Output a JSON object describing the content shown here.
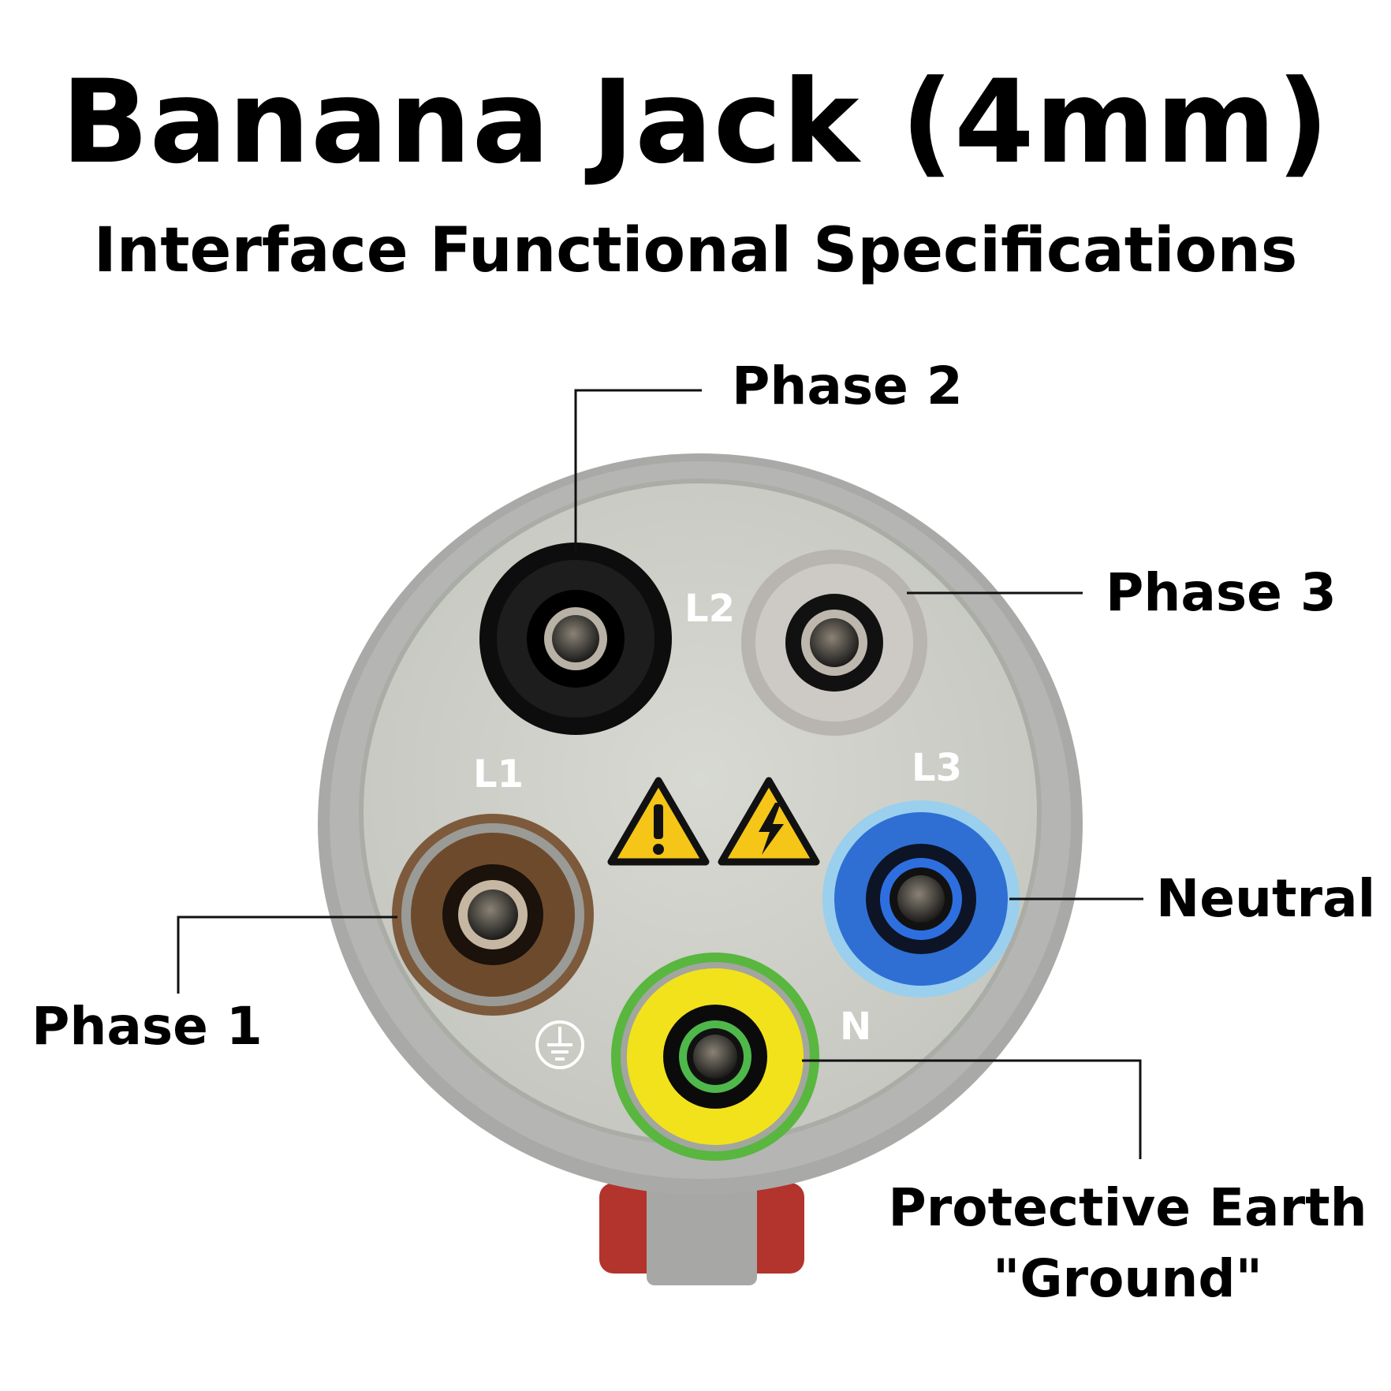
{
  "header": {
    "title": "Banana Jack (4mm)",
    "subtitle": "Interface Functional Specifications"
  },
  "callouts": {
    "phase2": "Phase 2",
    "phase3": "Phase 3",
    "neutral": "Neutral",
    "phase1": "Phase 1",
    "protective_earth_line1": "Protective Earth",
    "protective_earth_line2": "\"Ground\""
  },
  "jack_labels": {
    "l1": "L1",
    "l2": "L2",
    "l3": "L3",
    "n": "N"
  },
  "icons": {
    "warning": "warning-exclamation-icon",
    "high_voltage": "high-voltage-icon",
    "ground": "protective-earth-icon"
  },
  "colors": {
    "phase1_jack": "#6e4a2c",
    "phase2_jack": "#151515",
    "phase3_jack": "#c9c6c2",
    "neutral_jack": "#2f6fd3",
    "earth_jack": "#f2e21c",
    "earth_ring": "#59b63f",
    "housing": "#a9aaa8",
    "faceplate": "#cfd1ca",
    "warning_yellow": "#f5c518"
  }
}
